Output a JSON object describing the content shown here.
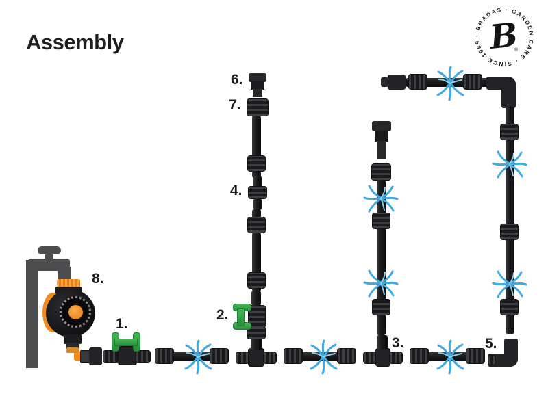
{
  "page": {
    "title": "Assembly"
  },
  "logo": {
    "ring_text": "· BRADAS · GARDEN CARE · SINCE 1989 ",
    "monogram": "B",
    "registered": "®"
  },
  "callouts": {
    "c1": "1.",
    "c2": "2.",
    "c3": "3.",
    "c4": "4.",
    "c5": "5.",
    "c6": "6.",
    "c7": "7.",
    "c8": "8."
  },
  "colors": {
    "background": "#ffffff",
    "pipe_black": "#1a1a1c",
    "fitting_gray": "#222225",
    "tap_gray": "#4d4d4f",
    "valve_green": "#2f9e44",
    "spray_blue": "#3fa9e0",
    "timer_orange": "#f28a1e",
    "text_black": "#1d1d1f"
  }
}
